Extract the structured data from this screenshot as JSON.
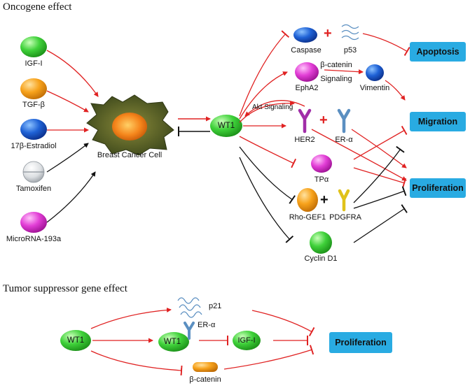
{
  "titles": {
    "oncogene": "Oncogene effect",
    "suppressor": "Tumor suppressor gene effect"
  },
  "inputs": {
    "igf1": "IGF-I",
    "tgfb": "TGF-β",
    "estradiol": "17β-Estradiol",
    "tamoxifen": "Tamoxifen",
    "mirna": "MicroRNA-193a"
  },
  "center": {
    "cell": "Breast Cancer Cell",
    "wt1": "WT1"
  },
  "targets": {
    "caspase": "Caspase",
    "p53": "p53",
    "epha2": "EphA2",
    "bcatenin_signaling_1": "β-catenin",
    "bcatenin_signaling_2": "Signaling",
    "vimentin": "Vimentin",
    "akt_signaling": "Akt  Signaling",
    "her2": "HER2",
    "er_alpha": "ER-α",
    "tpa": "TPα",
    "rho_gef1": "Rho-GEF1",
    "pdgfra": "PDGFRA",
    "cyclin_d1": "Cyclin D1"
  },
  "outcomes": {
    "apoptosis": "Apoptosis",
    "migration": "Migration",
    "proliferation": "Proliferation"
  },
  "suppressor": {
    "wt1_left": "WT1",
    "p21": "p21",
    "er_alpha": "ER-α",
    "wt1_mid": "WT1",
    "igf1": "IGF-I",
    "bcatenin": "β-catenin",
    "proliferation": "Proliferation"
  },
  "symbols": {
    "plus": "+"
  },
  "colors": {
    "activation": "#e02222",
    "inhibition": "#111111",
    "outcome_box": "#29abe2",
    "green_node": "#3fd13a",
    "orange_node": "#f7a21b",
    "blue_node": "#1f62d6",
    "magenta_node": "#e23ed6",
    "purple_receptor": "#a12ea8",
    "blue_receptor": "#5b8fc1",
    "yellow_receptor": "#e0c21a"
  }
}
